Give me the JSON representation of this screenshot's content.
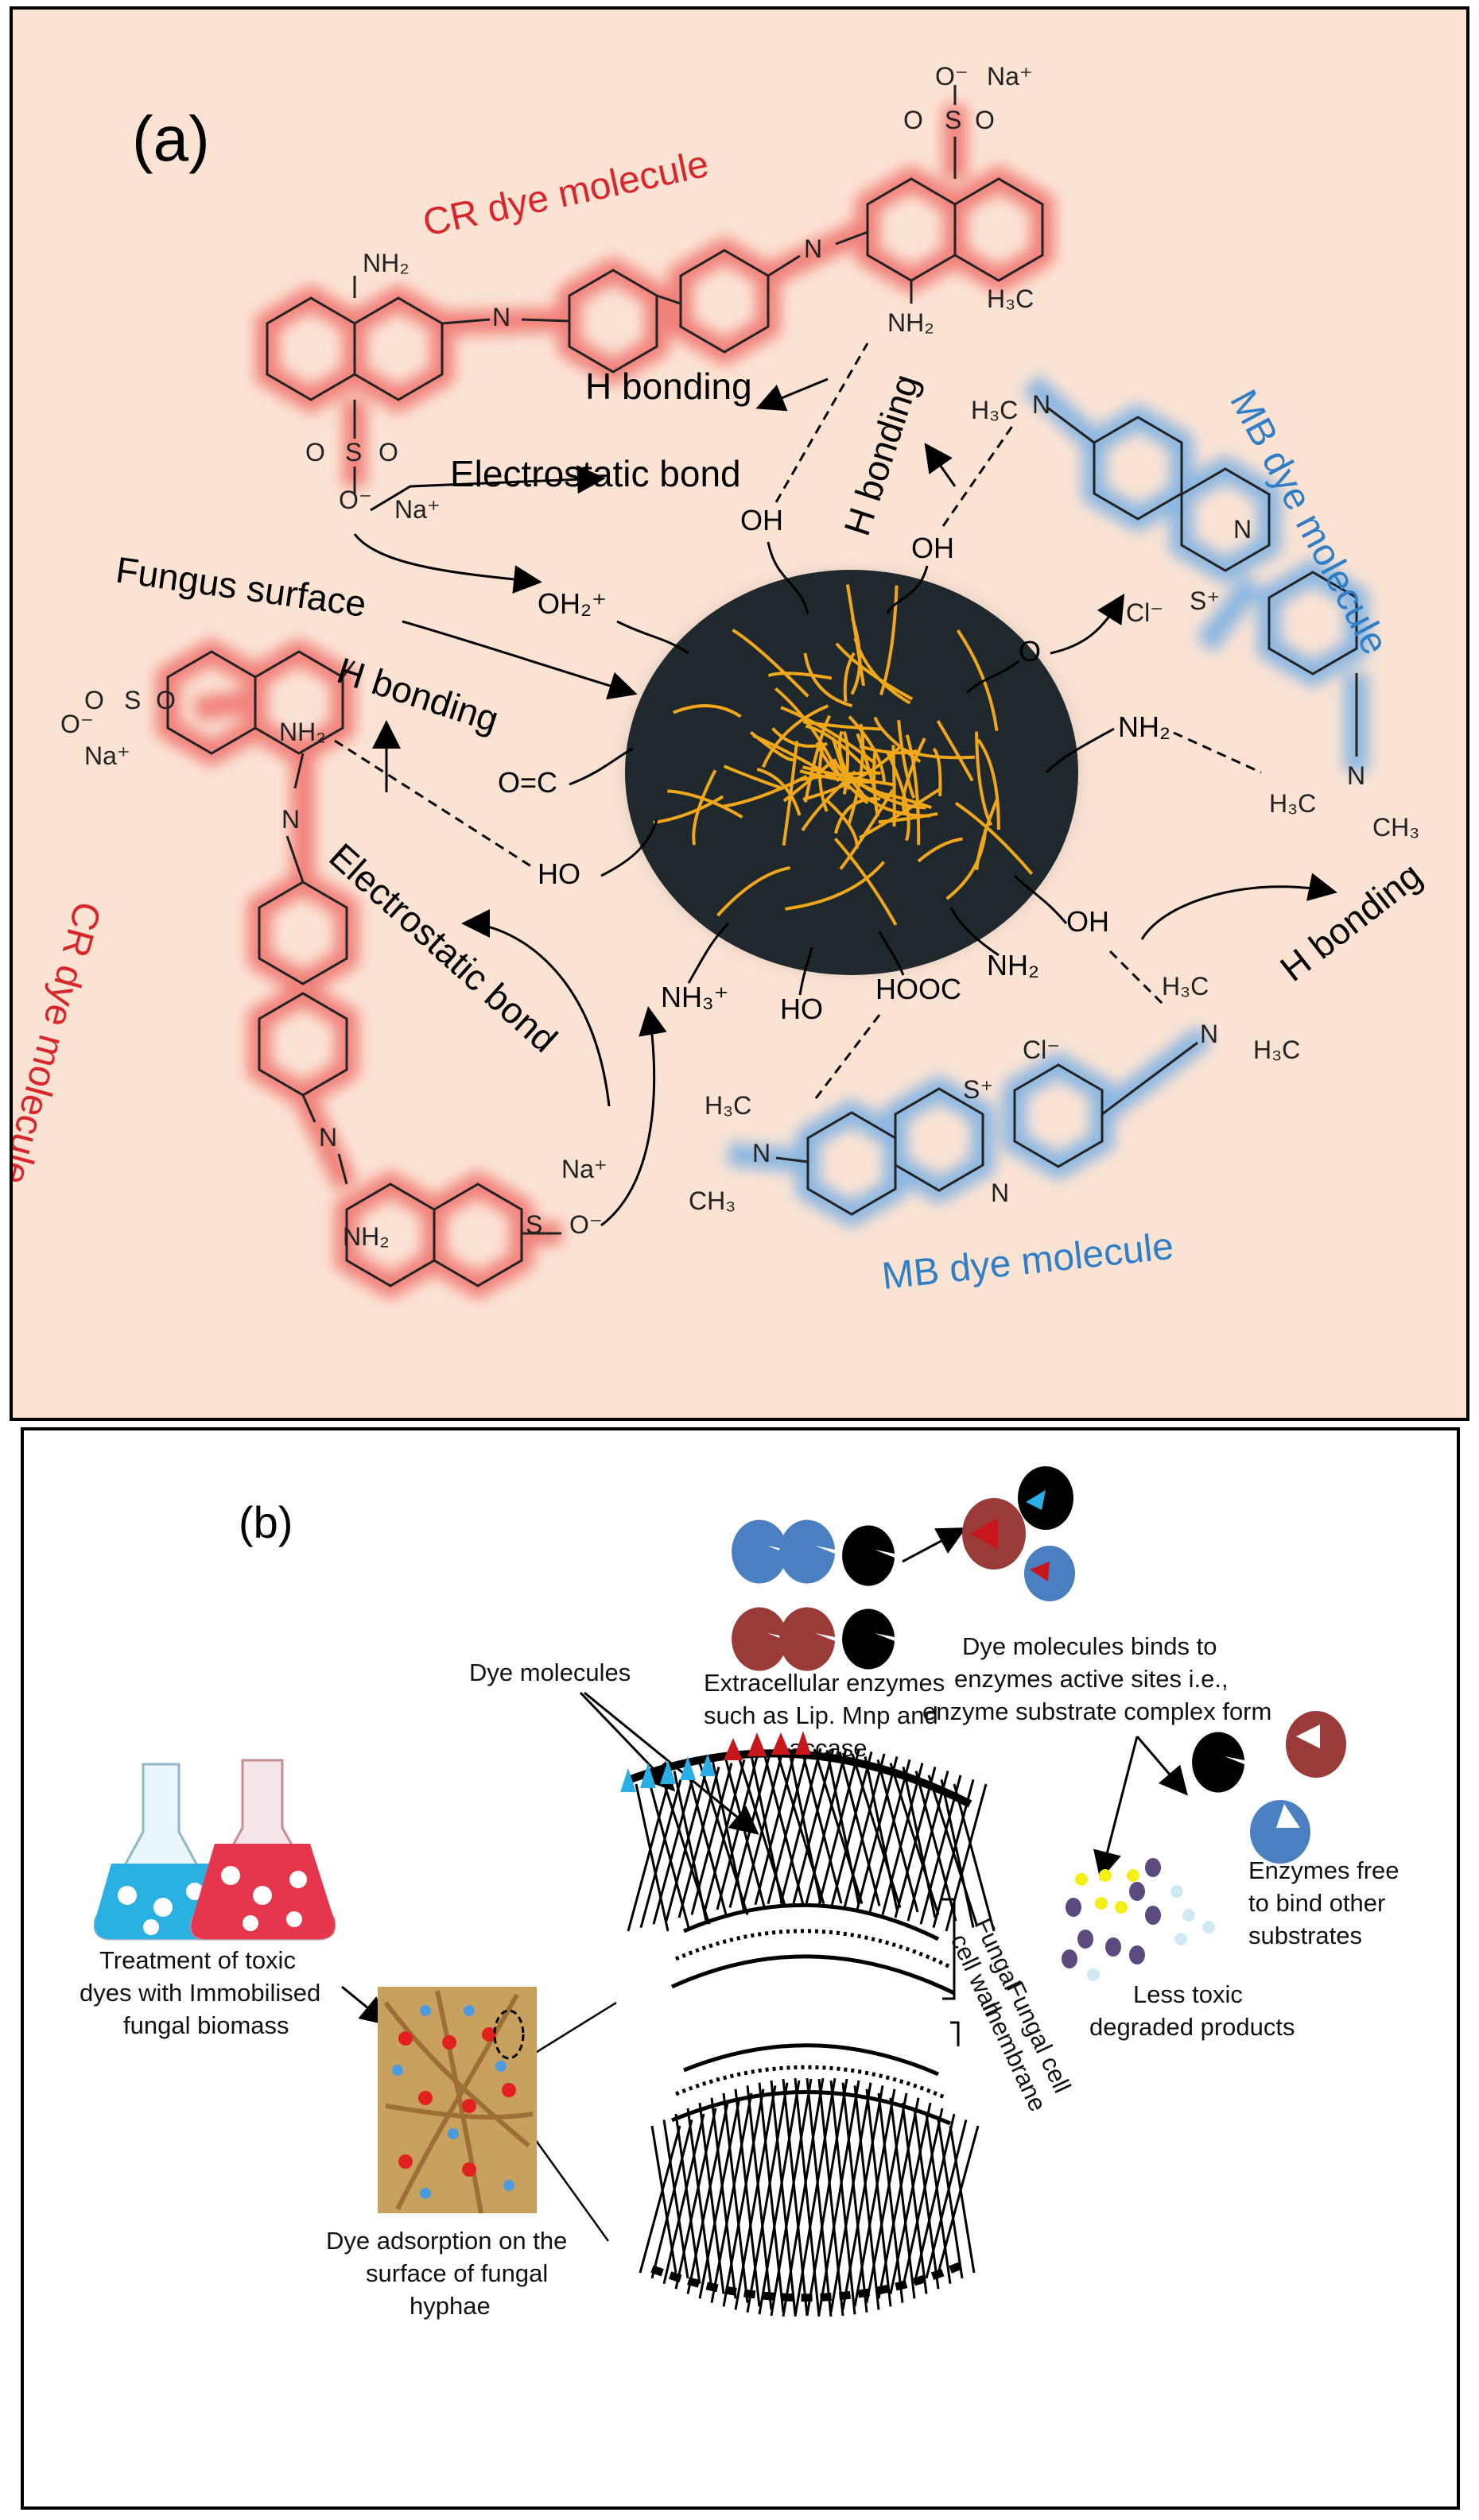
{
  "panel_a": {
    "label": "(a)",
    "cr_dye_label": "CR dye molecule",
    "mb_dye_label": "MB dye molecule",
    "h_bonding": "H bonding",
    "electrostatic_bond": "Electrostatic bond",
    "fungus_surface": "Fungus surface",
    "groups": {
      "oh": "OH",
      "oh2": "OH₂⁺",
      "oc": "O=C",
      "ho": "HO",
      "nh3": "NH₃⁺",
      "nh2": "NH₂",
      "hooc": "HOOC",
      "o": "O"
    },
    "cr_atoms": {
      "nh2": "NH₂",
      "sulfonate_o": "O⁻",
      "na": "Na⁺",
      "s": "S",
      "o": "O",
      "n": "N"
    },
    "mb_atoms": {
      "h3c": "H₃C",
      "ch3": "CH₃",
      "n": "N",
      "s_plus": "S⁺",
      "cl": "Cl⁻"
    },
    "colors": {
      "cr": "#d9262a",
      "mb": "#2f7fc7",
      "background": "#fbe3d4",
      "hyphae": "#f0a81a"
    }
  },
  "panel_b": {
    "label": "(b)",
    "dye_molecules": "Dye molecules",
    "extracellular_enzymes": [
      "Extracellular  enzymes",
      "such as Lip. Mnp and",
      "Laccase"
    ],
    "dye_binds": [
      "Dye molecules binds to",
      "enzymes active sites i.e.,",
      "enzyme substrate complex form"
    ],
    "enzymes_free": [
      "Enzymes free",
      "to bind other",
      "substrates"
    ],
    "less_toxic": [
      "Less toxic",
      "degraded products"
    ],
    "treatment": [
      "Treatment of  toxic",
      "dyes  with  Immobilised",
      "fungal  biomass"
    ],
    "adsorption": [
      "Dye adsorption on the",
      "surface of fungal",
      "hyphae"
    ],
    "cell_wall": [
      "Fungal",
      "cell wall"
    ],
    "cell_membrane": [
      "Fungal cell",
      "membrane"
    ],
    "colors": {
      "enzyme_blue": "#4a7fc1",
      "enzyme_red": "#9b3b39",
      "enzyme_black": "#000000",
      "dye_blue": "#29aee6",
      "dye_red": "#c8161d"
    }
  }
}
